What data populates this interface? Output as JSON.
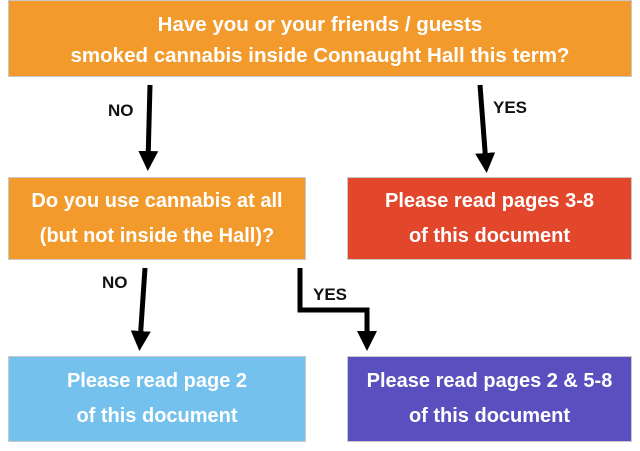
{
  "top_question": {
    "line1": "Have you or your friends / guests",
    "line2": "smoked cannabis inside Connaught Hall this term?"
  },
  "second_question": {
    "line1": "Do you use cannabis at all",
    "line2": "(but not inside the Hall)?"
  },
  "yes_outcome_1": {
    "line1": "Please read pages 3-8",
    "line2": "of this document"
  },
  "no_outcome_2": {
    "line1": "Please read page 2",
    "line2": "of this document"
  },
  "yes_outcome_2": {
    "line1": "Please read pages 2 & 5-8",
    "line2": "of this document"
  },
  "labels": {
    "no_1": "NO",
    "yes_1": "YES",
    "no_2": "NO",
    "yes_2": "YES"
  },
  "colors": {
    "question_box": "#f39a2d",
    "pages_3_8_box": "#e2462b",
    "page_2_box": "#75c1ee",
    "pages_2_5_8_box": "#5a4fbe",
    "arrow": "#000000"
  }
}
